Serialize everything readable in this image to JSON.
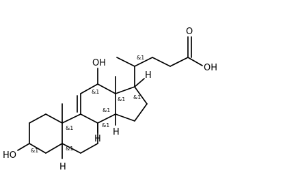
{
  "molecule": {
    "atom_labels": {
      "oh_top": "OH",
      "oh_left": "HO",
      "o_carbonyl": "O",
      "oh_acid": "OH",
      "h_c17": "H",
      "h_c8": "H",
      "h_c14": "H",
      "h_c5": "H"
    },
    "stereo_label": "&1"
  }
}
